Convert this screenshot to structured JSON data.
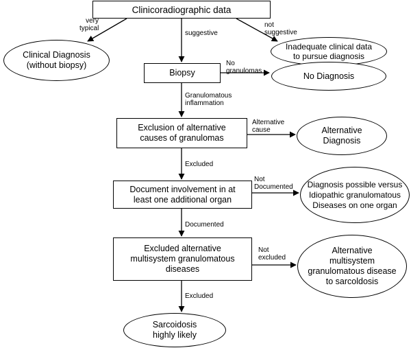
{
  "nodes": {
    "clinicoradiographic": "Clinicoradiographic data",
    "clinical_diagnosis": "Clinical Diagnosis\n(without biopsy)",
    "biopsy": "Biopsy",
    "inadequate": "Inadequate clinical data\nto pursue diagnosis",
    "no_diagnosis": "No Diagnosis",
    "exclusion": "Exclusion of alternative\ncauses of granulomas",
    "alternative_diagnosis": "Alternative\nDiagnosis",
    "document_involvement": "Document involvement in at\nleast one additional organ",
    "diagnosis_possible": "Diagnosis possible versus\nIdiopathic granulomatous\nDiseases on one organ",
    "excluded_multisystem": "Excluded alternative\nmultisystem granulomatous\ndiseases",
    "alternative_multisystem": "Alternative\nmultisystem\ngranulomatous disease\nto sarcoldosis",
    "sarcoidosis": "Sarcoidosis\nhighly likely"
  },
  "edges": {
    "very_typical": "very\ntypical",
    "suggestive": "suggestive",
    "not_suggestive": "not\nsuggestive",
    "no_granulomas": "No\ngranulomas",
    "granulomatous_inflammation": "Granulomatous\ninflammation",
    "alternative_cause": "Alternative\ncause",
    "excluded_1": "Excluded",
    "not_documented": "Not\nDocumented",
    "documented": "Documented",
    "not_excluded": "Not\nexcluded",
    "excluded_2": "Excluded"
  }
}
